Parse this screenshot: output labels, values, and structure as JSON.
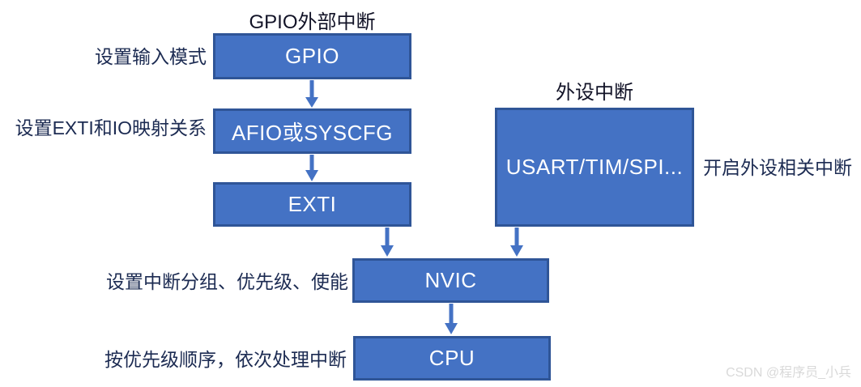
{
  "colors": {
    "box-fill": "#4472c4",
    "box-border": "#2f5597",
    "box-text": "#ffffff",
    "arrow": "#4472c4",
    "label-text": "#1c2b52",
    "title-text": "#121327",
    "watermark-text": "#d9d9d9",
    "background": "#ffffff"
  },
  "titles": {
    "gpio_flow": "GPIO外部中断",
    "peripheral_flow": "外设中断"
  },
  "boxes": {
    "gpio": "GPIO",
    "afio": "AFIO或SYSCFG",
    "exti": "EXTI",
    "usart": "USART/TIM/SPI...",
    "nvic": "NVIC",
    "cpu": "CPU"
  },
  "labels": {
    "set_input_mode": "设置输入模式",
    "set_exti_io_mapping": "设置EXTI和IO映射关系",
    "set_nvic": "设置中断分组、优先级、使能",
    "cpu_handle": "按优先级顺序，依次处理中断",
    "enable_peripheral": "开启外设相关中断"
  },
  "connections": [
    {
      "from": "GPIO",
      "to": "AFIO或SYSCFG"
    },
    {
      "from": "AFIO或SYSCFG",
      "to": "EXTI"
    },
    {
      "from": "EXTI",
      "to": "NVIC"
    },
    {
      "from": "USART/TIM/SPI...",
      "to": "NVIC"
    },
    {
      "from": "NVIC",
      "to": "CPU"
    }
  ],
  "watermark": "CSDN @程序员_小兵"
}
